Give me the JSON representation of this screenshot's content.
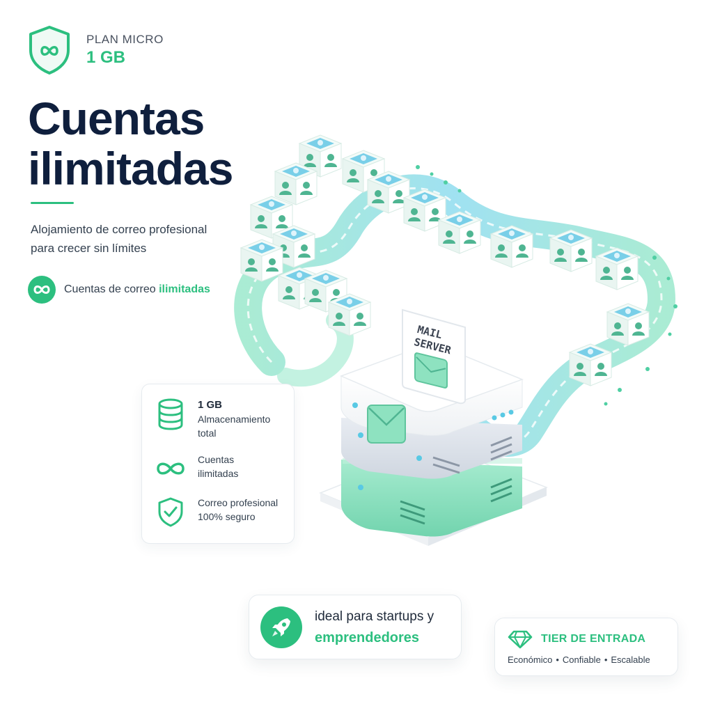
{
  "plan": {
    "label": "PLAN MICRO",
    "size": "1 GB"
  },
  "hero": {
    "title_line1": "Cuentas",
    "title_line2": "ilimitadas",
    "subtitle_line1": "Alojamiento de correo profesional",
    "subtitle_line2": "para crecer sin límites"
  },
  "pill": {
    "text": "Cuentas de correo",
    "highlight": "ilimitadas"
  },
  "illustration": {
    "server_sign_line1": "MAIL",
    "server_sign_line2": "SERVER"
  },
  "features": [
    {
      "title": "1 GB",
      "line1": "Almacenamiento",
      "line2": "total",
      "icon": "database-icon"
    },
    {
      "title": "",
      "line1": "Cuentas",
      "line2": "ilimitadas",
      "icon": "infinity-icon"
    },
    {
      "title": "",
      "line1": "Correo profesional",
      "line2": "100% seguro",
      "icon": "shield-check-icon"
    }
  ],
  "startup": {
    "line1": "ideal para startups y",
    "line2": "emprendedores",
    "icon": "rocket-icon"
  },
  "tier": {
    "title": "TIER DE ENTRADA",
    "tags": [
      "Económico",
      "Confiable",
      "Escalable"
    ],
    "icon": "diamond-icon"
  },
  "colors": {
    "accent": "#2cbf7f",
    "navy": "#0f1f3d",
    "mint": "#8fe3c3",
    "sky": "#7fd3ec"
  }
}
